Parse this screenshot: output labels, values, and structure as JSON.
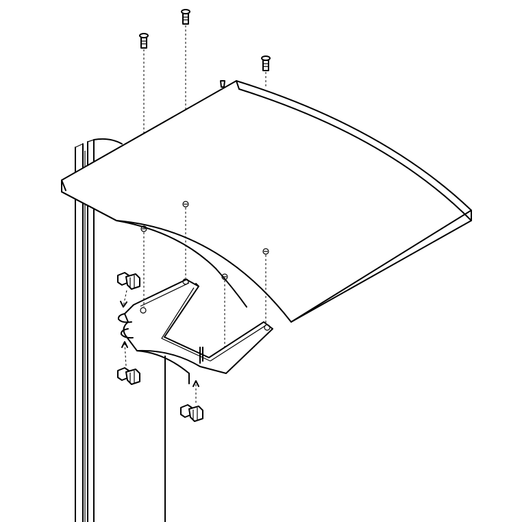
{
  "figure": {
    "kind": "exploded-assembly-drawing",
    "line_color": "#000000",
    "background": "#ffffff",
    "parts": [
      {
        "name": "upright-post",
        "count": 1
      },
      {
        "name": "curved-shelf-panel",
        "count": 1
      },
      {
        "name": "shelf-bracket",
        "count": 1
      },
      {
        "name": "panel-screw",
        "count": 3
      },
      {
        "name": "bracket-screw",
        "count": 4
      },
      {
        "name": "mounting-knob",
        "count": 3
      }
    ]
  }
}
